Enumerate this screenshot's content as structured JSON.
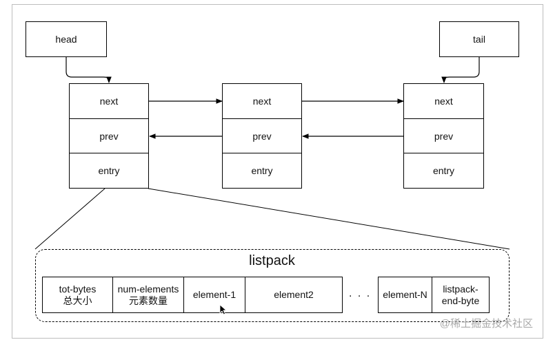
{
  "pointers": {
    "head": "head",
    "tail": "tail"
  },
  "nodes": [
    {
      "fields": [
        "next",
        "prev",
        "entry"
      ]
    },
    {
      "fields": [
        "next",
        "prev",
        "entry"
      ]
    },
    {
      "fields": [
        "next",
        "prev",
        "entry"
      ]
    }
  ],
  "listpack": {
    "title": "listpack",
    "cells": [
      {
        "line1": "tot-bytes",
        "line2": "总大小"
      },
      {
        "line1": "num-elements",
        "line2": "元素数量"
      },
      {
        "line1": "element-1",
        "line2": ""
      },
      {
        "line1": "element2",
        "line2": ""
      },
      {
        "line1": "element-N",
        "line2": ""
      },
      {
        "line1": "listpack-",
        "line2": "end-byte"
      }
    ],
    "ellipsis": ". . ."
  },
  "watermark": "@稀土掘金技术社区"
}
